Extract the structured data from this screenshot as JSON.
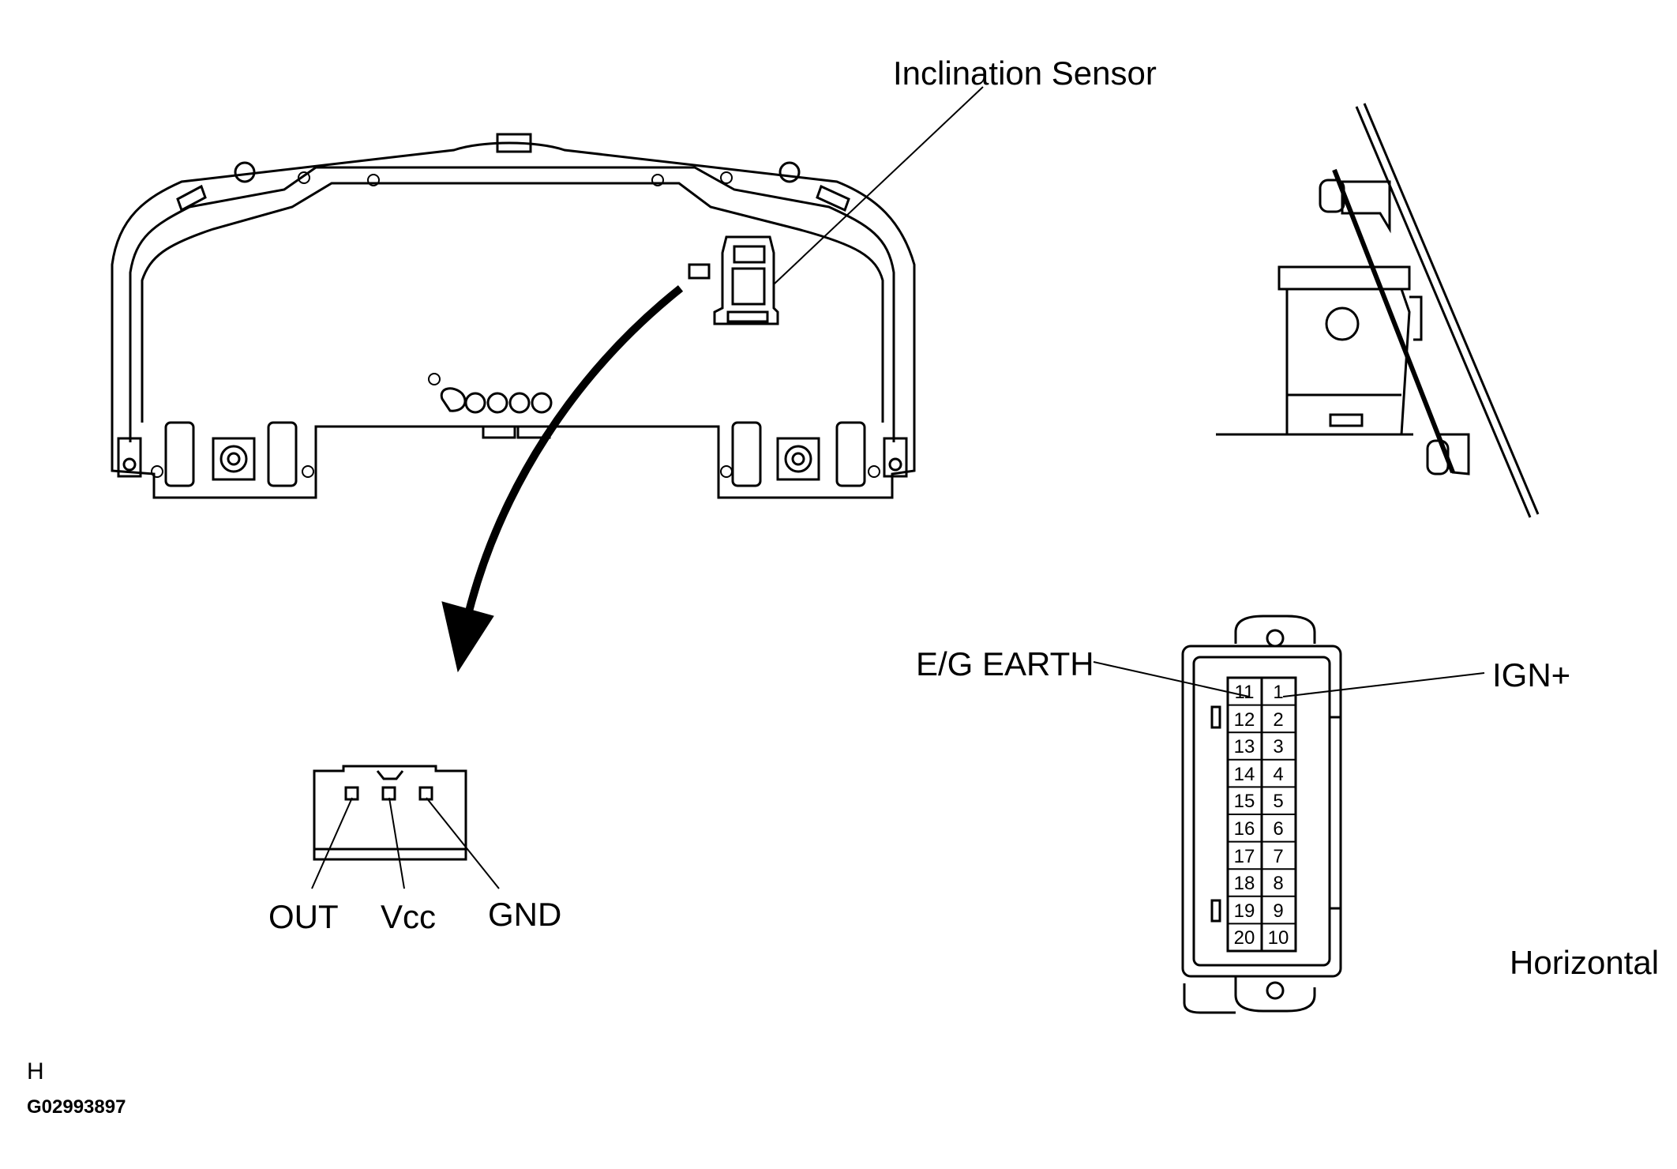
{
  "labels": {
    "inclination_sensor": "Inclination Sensor",
    "eg_earth": "E/G EARTH",
    "ign_plus": "IGN+",
    "out": "OUT",
    "vcc": "Vcc",
    "gnd": "GND",
    "horizontal": "Horizontal",
    "h_mark": "H",
    "figure_code": "G02993897"
  },
  "connector": {
    "left_column": [
      "11",
      "12",
      "13",
      "14",
      "15",
      "16",
      "17",
      "18",
      "19",
      "20"
    ],
    "right_column": [
      "1",
      "2",
      "3",
      "4",
      "5",
      "6",
      "7",
      "8",
      "9",
      "10"
    ]
  }
}
